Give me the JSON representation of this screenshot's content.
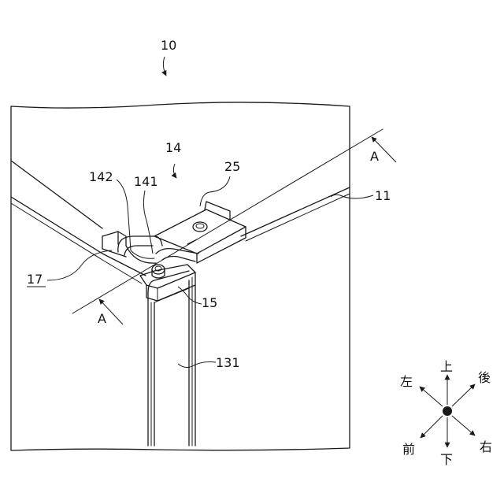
{
  "labels": {
    "assembly": "10",
    "part_14": "14",
    "part_25": "25",
    "part_142": "142",
    "part_141": "141",
    "part_11": "11",
    "part_17": "17",
    "part_15": "15",
    "part_131": "131",
    "section_top": "A",
    "section_bottom": "A"
  },
  "directions": {
    "up": "上",
    "down": "下",
    "left": "左",
    "right": "右",
    "front": "前",
    "back": "後"
  }
}
